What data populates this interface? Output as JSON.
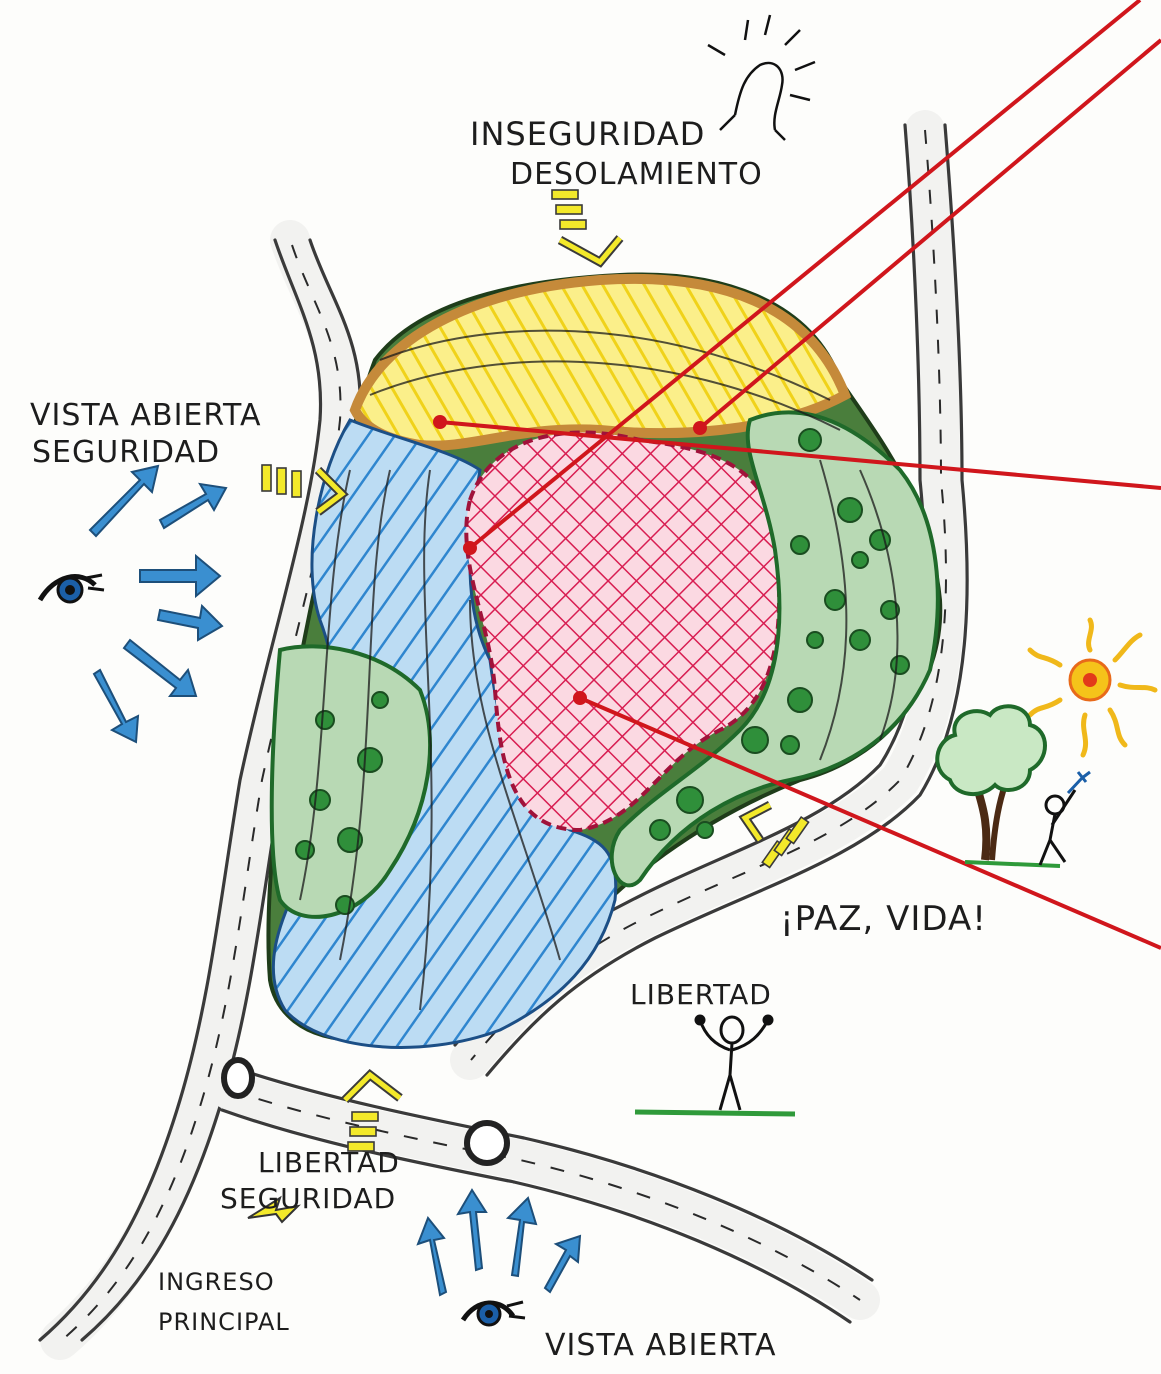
{
  "labels": {
    "top_line1": "INSEGURIDAD",
    "top_line2": "DESOLAMIENTO",
    "left_line1": "VISTA ABIERTA",
    "left_line2": "SEGURIDAD",
    "paz_vida": "¡PAZ, VIDA!",
    "libertad": "LIBERTAD",
    "bottom_left_line1": "LIBERTAD",
    "bottom_left_line2": "SEGURIDAD",
    "ingreso_line1": "INGRESO",
    "ingreso_line2": "PRINCIPAL",
    "vista_abierta_bottom": "VISTA ABIERTA"
  },
  "zone_colors": {
    "upper_zone": "#f6e35a",
    "upper_border": "#c58a3a",
    "left_water_zone": "#5aa9df",
    "central_zone": "#e0245a",
    "green_zones": "#2f8f3a",
    "leader_lines": "#d0161c",
    "arrows": "#3a8fd0",
    "markers": "#f3e92a"
  }
}
